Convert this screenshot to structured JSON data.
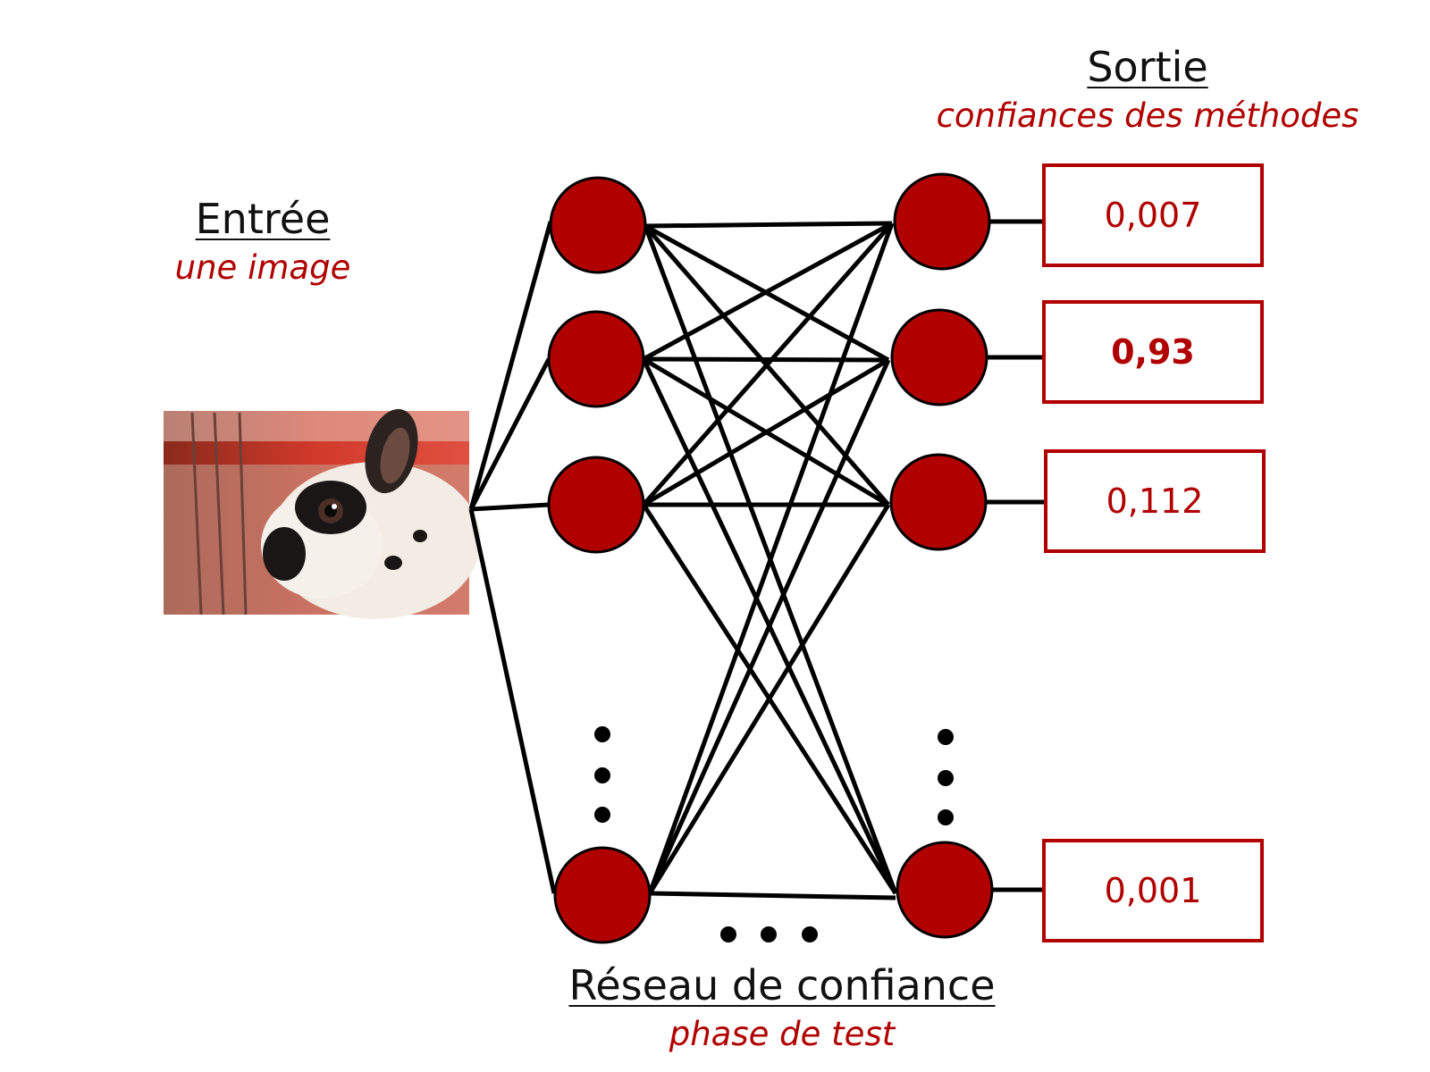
{
  "input": {
    "title": "Entrée",
    "subtitle": "une image",
    "image_alt": "rabbit photo"
  },
  "output": {
    "title": "Sortie",
    "subtitle": "confiances des méthodes",
    "values": [
      {
        "text": "0,007",
        "bold": false
      },
      {
        "text": "0,93",
        "bold": true
      },
      {
        "text": "0,112",
        "bold": false
      },
      {
        "text": "0,001",
        "bold": false
      }
    ]
  },
  "network": {
    "title": "Réseau de confiance",
    "subtitle": "phase de test",
    "node_color": "#b00000",
    "edge_color": "#000000"
  }
}
